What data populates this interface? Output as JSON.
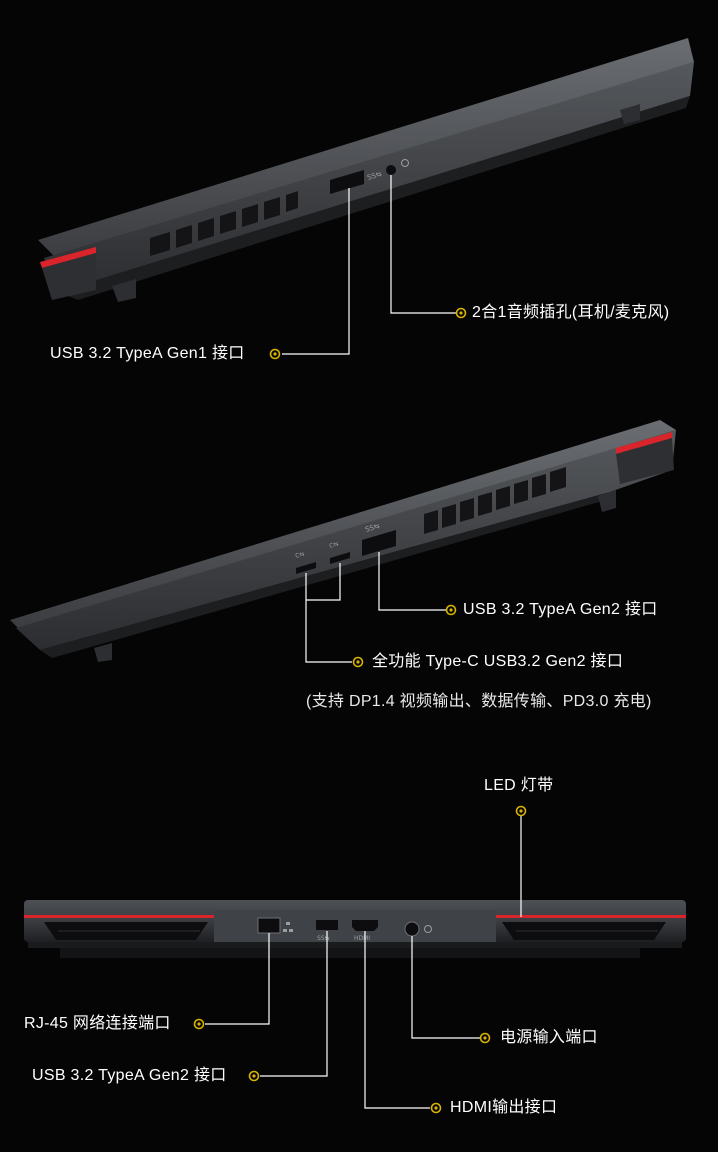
{
  "colors": {
    "background": "#050505",
    "body_dark": "#2a2b2e",
    "body_mid": "#4a4c50",
    "body_light": "#6f7276",
    "accent_red": "#d8242a",
    "marker_gold": "#d9b400",
    "line_white": "#ffffff"
  },
  "left_side": {
    "labels": {
      "audio_jack": "2合1音频插孔(耳机/麦克风)",
      "usb_gen1": "USB 3.2 TypeA Gen1 接口"
    },
    "port_marks": {
      "usb": "SS⇆",
      "audio": "headphone-icon"
    }
  },
  "right_side": {
    "labels": {
      "usb_gen2": "USB 3.2 TypeA Gen2 接口",
      "typec": "全功能 Type-C USB3.2 Gen2 接口",
      "typec_note": "(支持 DP1.4 视频输出、数据传输、PD3.0 充电)"
    },
    "port_marks": {
      "usb": "SS⇆",
      "typec_1": "C⇆",
      "typec_2": "C⇆"
    }
  },
  "rear": {
    "labels": {
      "led": "LED 灯带",
      "rj45": "RJ-45 网络连接端口",
      "usb_gen2": "USB 3.2 TypeA Gen2 接口",
      "power": "电源输入端口",
      "hdmi": "HDMI输出接口"
    },
    "port_marks": {
      "lan": "network-icon",
      "usb": "SS⇆",
      "hdmi": "HDMI",
      "power": "power-icon"
    }
  }
}
